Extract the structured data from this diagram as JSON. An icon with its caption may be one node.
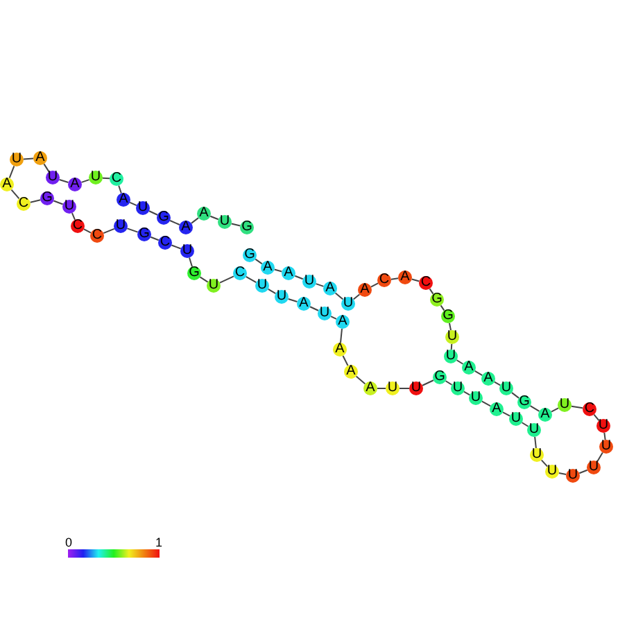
{
  "diagram": {
    "nodes": [
      {
        "text": [
          "G"
        ]
      },
      {
        "text": [
          "U"
        ]
      },
      {
        "text": [
          "A"
        ]
      },
      {
        "text": [
          "A"
        ]
      },
      {
        "text": [
          "G"
        ]
      },
      {
        "text": [
          "U"
        ]
      },
      {
        "text": [
          "A"
        ]
      },
      {
        "text": [
          "C"
        ]
      },
      {
        "text": [
          "U"
        ]
      },
      {
        "text": [
          "A"
        ]
      },
      {
        "text": [
          "U"
        ]
      },
      {
        "text": [
          "A"
        ]
      },
      {
        "text": [
          "U"
        ]
      },
      {
        "text": [
          "A"
        ]
      },
      {
        "text": [
          "C"
        ]
      },
      {
        "text": [
          "G"
        ]
      },
      {
        "text": [
          "U"
        ]
      },
      {
        "text": [
          "C"
        ]
      },
      {
        "text": [
          "C"
        ]
      },
      {
        "text": [
          "U"
        ]
      },
      {
        "text": [
          "G"
        ]
      },
      {
        "text": [
          "C"
        ]
      },
      {
        "text": [
          "U"
        ]
      },
      {
        "text": [
          "G"
        ]
      },
      {
        "text": [
          "U"
        ]
      },
      {
        "text": [
          "C"
        ]
      },
      {
        "text": [
          "U"
        ]
      },
      {
        "text": [
          "U"
        ]
      },
      {
        "text": [
          "A"
        ]
      },
      {
        "text": [
          "U"
        ]
      },
      {
        "text": [
          "A"
        ]
      },
      {
        "text": [
          "A"
        ]
      },
      {
        "text": [
          "A"
        ]
      },
      {
        "text": [
          "A"
        ]
      },
      {
        "text": [
          "U"
        ]
      },
      {
        "text": [
          "U"
        ]
      },
      {
        "text": [
          "G"
        ]
      },
      {
        "text": [
          "U"
        ]
      },
      {
        "text": [
          "U"
        ]
      },
      {
        "text": [
          "A"
        ]
      },
      {
        "text": [
          "U"
        ]
      },
      {
        "text": [
          "U"
        ]
      },
      {
        "text": [
          "U"
        ]
      },
      {
        "text": [
          "U"
        ]
      },
      {
        "text": [
          "U"
        ]
      },
      {
        "text": [
          "U"
        ]
      },
      {
        "text": [
          "U"
        ]
      },
      {
        "text": [
          "U"
        ]
      },
      {
        "text": [
          "C"
        ]
      },
      {
        "text": [
          "U"
        ]
      },
      {
        "text": [
          "A"
        ]
      },
      {
        "text": [
          "G"
        ]
      },
      {
        "text": [
          "U"
        ]
      },
      {
        "text": [
          "A"
        ]
      },
      {
        "text": [
          "A"
        ]
      },
      {
        "text": [
          "U"
        ]
      },
      {
        "text": [
          "U"
        ]
      },
      {
        "text": [
          "G"
        ]
      },
      {
        "text": [
          "G"
        ]
      },
      {
        "text": [
          "C"
        ]
      },
      {
        "text": [
          "A"
        ]
      },
      {
        "text": [
          "C"
        ]
      },
      {
        "text": [
          "A"
        ]
      },
      {
        "text": [
          "U"
        ]
      },
      {
        "text": [
          "A"
        ]
      },
      {
        "text": [
          "U"
        ]
      },
      {
        "text": [
          "A"
        ]
      },
      {
        "text": [
          "A"
        ]
      },
      {
        "text": [
          "G"
        ]
      }
    ],
    "edges": [
      {
        "from": 0,
        "to": 1,
        "arrow": "none"
      },
      {
        "from": 1,
        "to": 2,
        "arrow": "none"
      },
      {
        "from": 2,
        "to": 3,
        "arrow": "none"
      },
      {
        "from": 3,
        "to": 4,
        "arrow": "none"
      },
      {
        "from": 4,
        "to": 5,
        "arrow": "none"
      },
      {
        "from": 5,
        "to": 6,
        "arrow": "none"
      },
      {
        "from": 6,
        "to": 7,
        "arrow": "none"
      },
      {
        "from": 7,
        "to": 8,
        "arrow": "none"
      },
      {
        "from": 8,
        "to": 9,
        "arrow": "none"
      },
      {
        "from": 9,
        "to": 10,
        "arrow": "none"
      },
      {
        "from": 10,
        "to": 11,
        "arrow": "none"
      },
      {
        "from": 11,
        "to": 12,
        "arrow": "none"
      },
      {
        "from": 12,
        "to": 13,
        "arrow": "none"
      },
      {
        "from": 13,
        "to": 14,
        "arrow": "none"
      },
      {
        "from": 14,
        "to": 15,
        "arrow": "none"
      },
      {
        "from": 15,
        "to": 16,
        "arrow": "none"
      },
      {
        "from": 16,
        "to": 17,
        "arrow": "none"
      },
      {
        "from": 17,
        "to": 18,
        "arrow": "none"
      },
      {
        "from": 18,
        "to": 19,
        "arrow": "none"
      },
      {
        "from": 19,
        "to": 20,
        "arrow": "none"
      },
      {
        "from": 20,
        "to": 21,
        "arrow": "none"
      },
      {
        "from": 21,
        "to": 22,
        "arrow": "none"
      },
      {
        "from": 22,
        "to": 23,
        "arrow": "none"
      },
      {
        "from": 23,
        "to": 24,
        "arrow": "none"
      },
      {
        "from": 24,
        "to": 25,
        "arrow": "none"
      },
      {
        "from": 25,
        "to": 26,
        "arrow": "none"
      },
      {
        "from": 26,
        "to": 27,
        "arrow": "none"
      },
      {
        "from": 27,
        "to": 28,
        "arrow": "none"
      },
      {
        "from": 28,
        "to": 29,
        "arrow": "none"
      },
      {
        "from": 29,
        "to": 30,
        "arrow": "none"
      },
      {
        "from": 30,
        "to": 31,
        "arrow": "none"
      },
      {
        "from": 31,
        "to": 32,
        "arrow": "none"
      },
      {
        "from": 32,
        "to": 33,
        "arrow": "none"
      },
      {
        "from": 33,
        "to": 34,
        "arrow": "none"
      },
      {
        "from": 34,
        "to": 35,
        "arrow": "none"
      },
      {
        "from": 35,
        "to": 36,
        "arrow": "none"
      },
      {
        "from": 36,
        "to": 37,
        "arrow": "none"
      },
      {
        "from": 37,
        "to": 38,
        "arrow": "none"
      },
      {
        "from": 38,
        "to": 39,
        "arrow": "none"
      },
      {
        "from": 39,
        "to": 40,
        "arrow": "none"
      },
      {
        "from": 40,
        "to": 41,
        "arrow": "none"
      },
      {
        "from": 41,
        "to": 42,
        "arrow": "none"
      },
      {
        "from": 42,
        "to": 43,
        "arrow": "none"
      },
      {
        "from": 43,
        "to": 44,
        "arrow": "none"
      },
      {
        "from": 44,
        "to": 45,
        "arrow": "none"
      },
      {
        "from": 45,
        "to": 46,
        "arrow": "none"
      },
      {
        "from": 46,
        "to": 47,
        "arrow": "none"
      },
      {
        "from": 47,
        "to": 48,
        "arrow": "none"
      },
      {
        "from": 48,
        "to": 49,
        "arrow": "none"
      },
      {
        "from": 49,
        "to": 50,
        "arrow": "none"
      },
      {
        "from": 50,
        "to": 51,
        "arrow": "none"
      },
      {
        "from": 51,
        "to": 52,
        "arrow": "none"
      },
      {
        "from": 52,
        "to": 53,
        "arrow": "none"
      },
      {
        "from": 53,
        "to": 54,
        "arrow": "none"
      },
      {
        "from": 54,
        "to": 55,
        "arrow": "none"
      },
      {
        "from": 55,
        "to": 56,
        "arrow": "none"
      },
      {
        "from": 56,
        "to": 57,
        "arrow": "none"
      },
      {
        "from": 57,
        "to": 58,
        "arrow": "none"
      },
      {
        "from": 58,
        "to": 59,
        "arrow": "none"
      },
      {
        "from": 59,
        "to": 60,
        "arrow": "none"
      },
      {
        "from": 60,
        "to": 61,
        "arrow": "none"
      },
      {
        "from": 61,
        "to": 62,
        "arrow": "none"
      },
      {
        "from": 62,
        "to": 63,
        "arrow": "none"
      },
      {
        "from": 63,
        "to": 64,
        "arrow": "none"
      },
      {
        "from": 64,
        "to": 65,
        "arrow": "none"
      },
      {
        "from": 65,
        "to": 66,
        "arrow": "none"
      },
      {
        "from": 66,
        "to": 67,
        "arrow": "none"
      },
      {
        "from": 67,
        "to": 68,
        "arrow": "none"
      }
    ],
    "labels": [
      "0",
      "1"
    ]
  }
}
